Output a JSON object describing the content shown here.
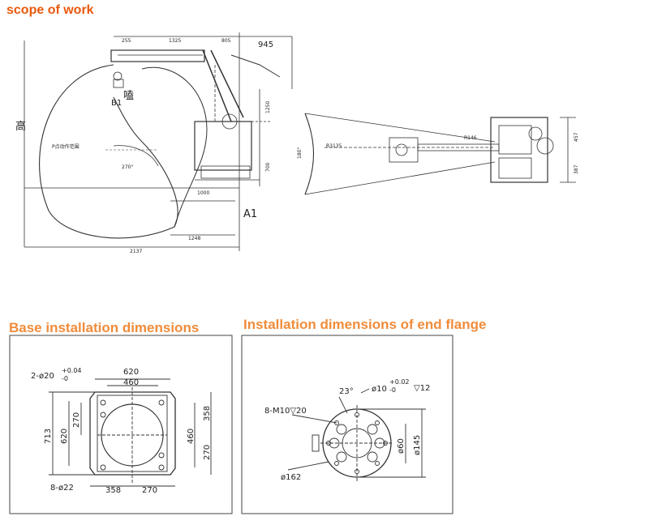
{
  "headings": {
    "scope": "scope of work",
    "base": "Base installation dimensions",
    "flange": "Installation dimensions of end flange"
  },
  "colors": {
    "scope": "#e8590c",
    "section": "#f08c3a",
    "line": "#333333"
  },
  "scope_drawing": {
    "top_dims": [
      "255",
      "1325",
      "805",
      "945"
    ],
    "vert_label": "高",
    "b1": "B1",
    "b1_char": "嗑",
    "p_range": "P点动作范围",
    "angle": "270°",
    "d1250": "1250",
    "d700": "700",
    "d1000": "1000",
    "d1248": "1248",
    "d2137": "2137",
    "a1": "A1",
    "r3135": "R3135",
    "angle_plan": "180°",
    "d457": "457",
    "d387": "387",
    "d_r146": "R146"
  },
  "base": {
    "holes_label": "2-ø20",
    "tol_plus": "+0.04",
    "tol_minus": "-0",
    "d620_top": "620",
    "d460_top": "460",
    "d270_left": "270",
    "d620_left": "620",
    "d713": "713",
    "d460_right": "460",
    "d358_right": "358",
    "d270_right": "270",
    "holes8": "8-ø22",
    "d358_bottom": "358",
    "d270_bottom": "270"
  },
  "flange": {
    "angle": "23°",
    "hole_label": "ø10",
    "tol_plus": "+0.02",
    "tol_minus": "-0",
    "depth": "▽12",
    "thread": "8-M10▽20",
    "d60": "ø60",
    "d145": "ø145",
    "d162": "ø162"
  }
}
